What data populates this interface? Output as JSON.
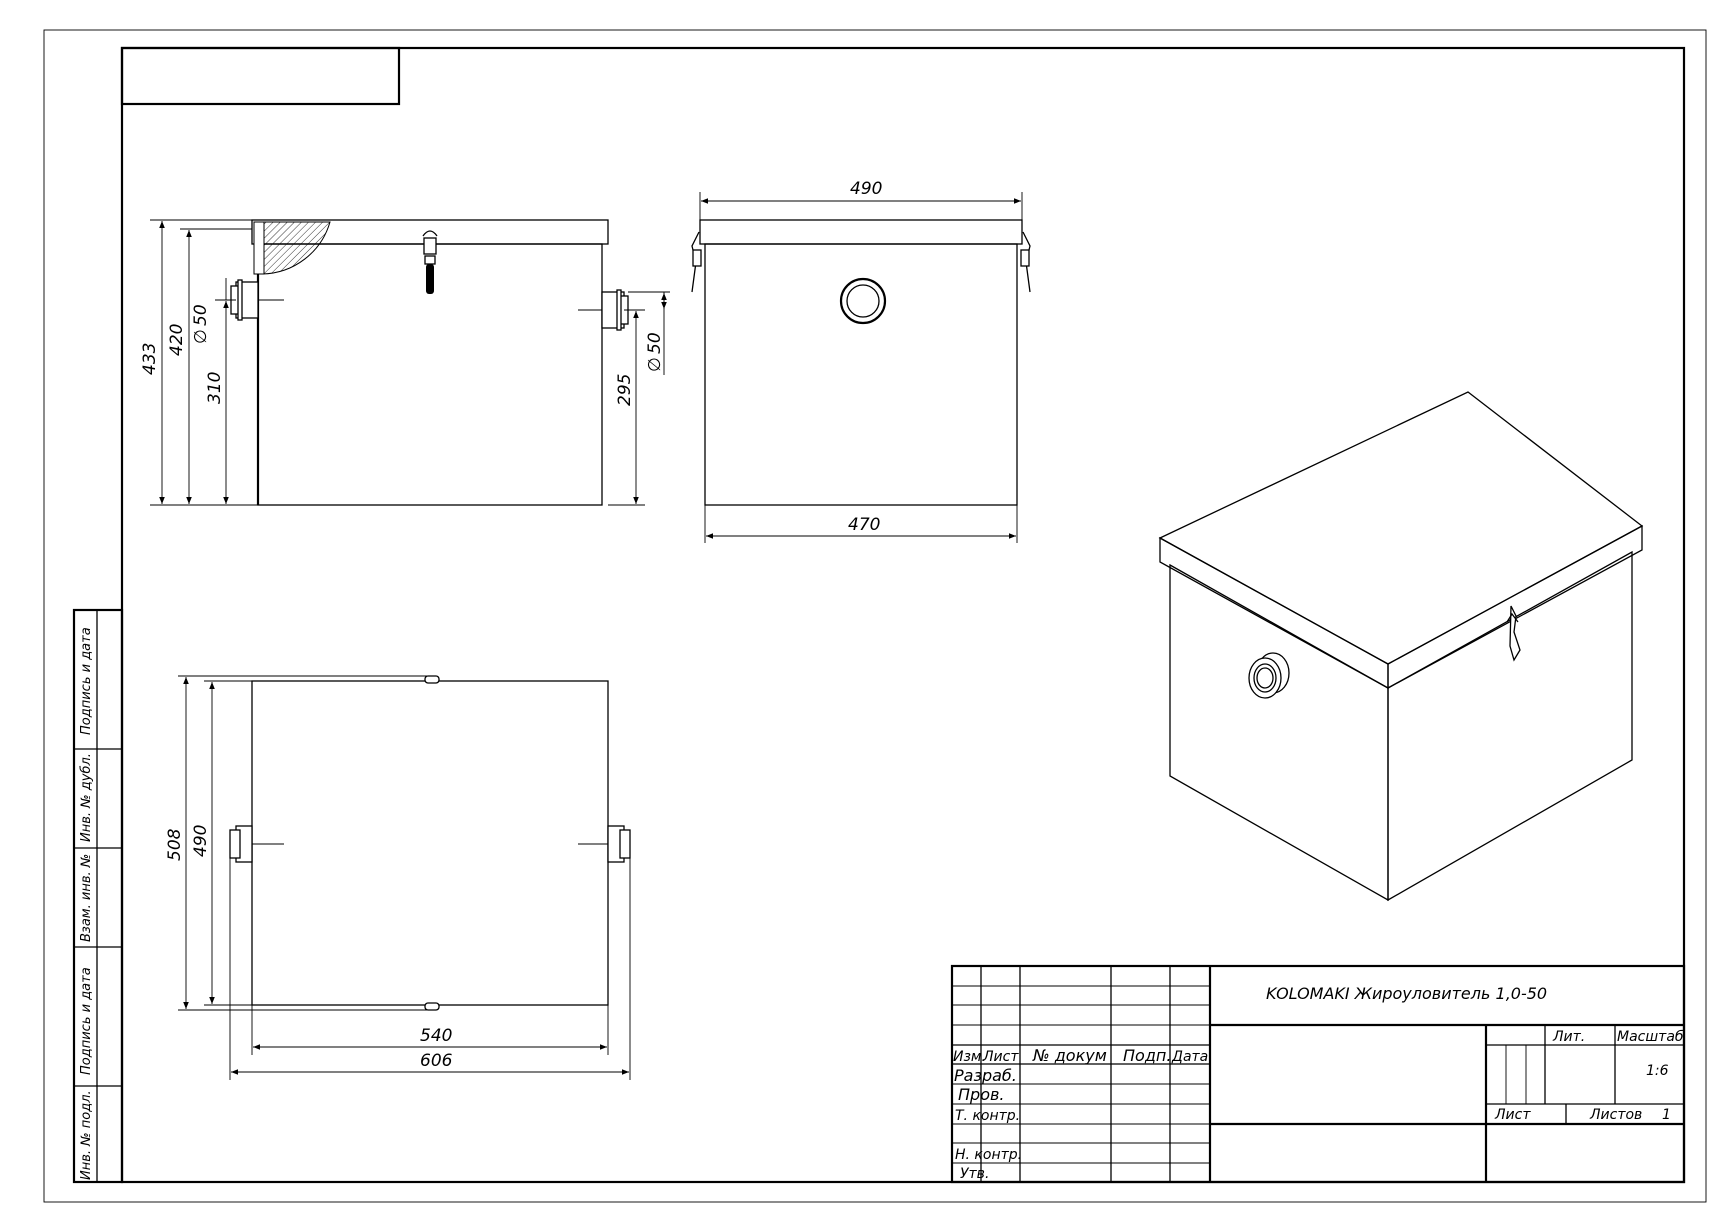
{
  "title_block": {
    "document_title": "KOLOMAKI Жироуловитель 1,0-50",
    "col_izm": "Изм.",
    "col_list": "Лист",
    "col_doc": "№ докум",
    "col_sign": "Подп.",
    "col_date": "Дата",
    "row_razrab": "Разраб.",
    "row_prov": "Пров.",
    "row_tkontr": "Т. контр.",
    "row_nkontr": "Н. контр.",
    "row_utv": "Утв.",
    "lit_label": "Лит.",
    "scale_label": "Масштаб",
    "scale_value": "1:6",
    "sheet_label": "Лист",
    "sheets_label": "Листов",
    "sheets_value": "1"
  },
  "side_stamp": [
    "Подпись и дата",
    "Инв. № дубл.",
    "Взам. инв. №",
    "Подпись и дата",
    "Инв. № подл."
  ],
  "dimensions": {
    "side_total_height": "433",
    "side_body_height": "420",
    "side_inlet_height": "310",
    "side_outlet_height": "295",
    "inlet_diameter": "50",
    "outlet_diameter": "50",
    "front_lid_width": "490",
    "front_body_width": "470",
    "top_depth_total": "508",
    "top_depth_body": "490",
    "top_body_length": "540",
    "top_total_length": "606"
  },
  "diameter_symbol": "∅"
}
